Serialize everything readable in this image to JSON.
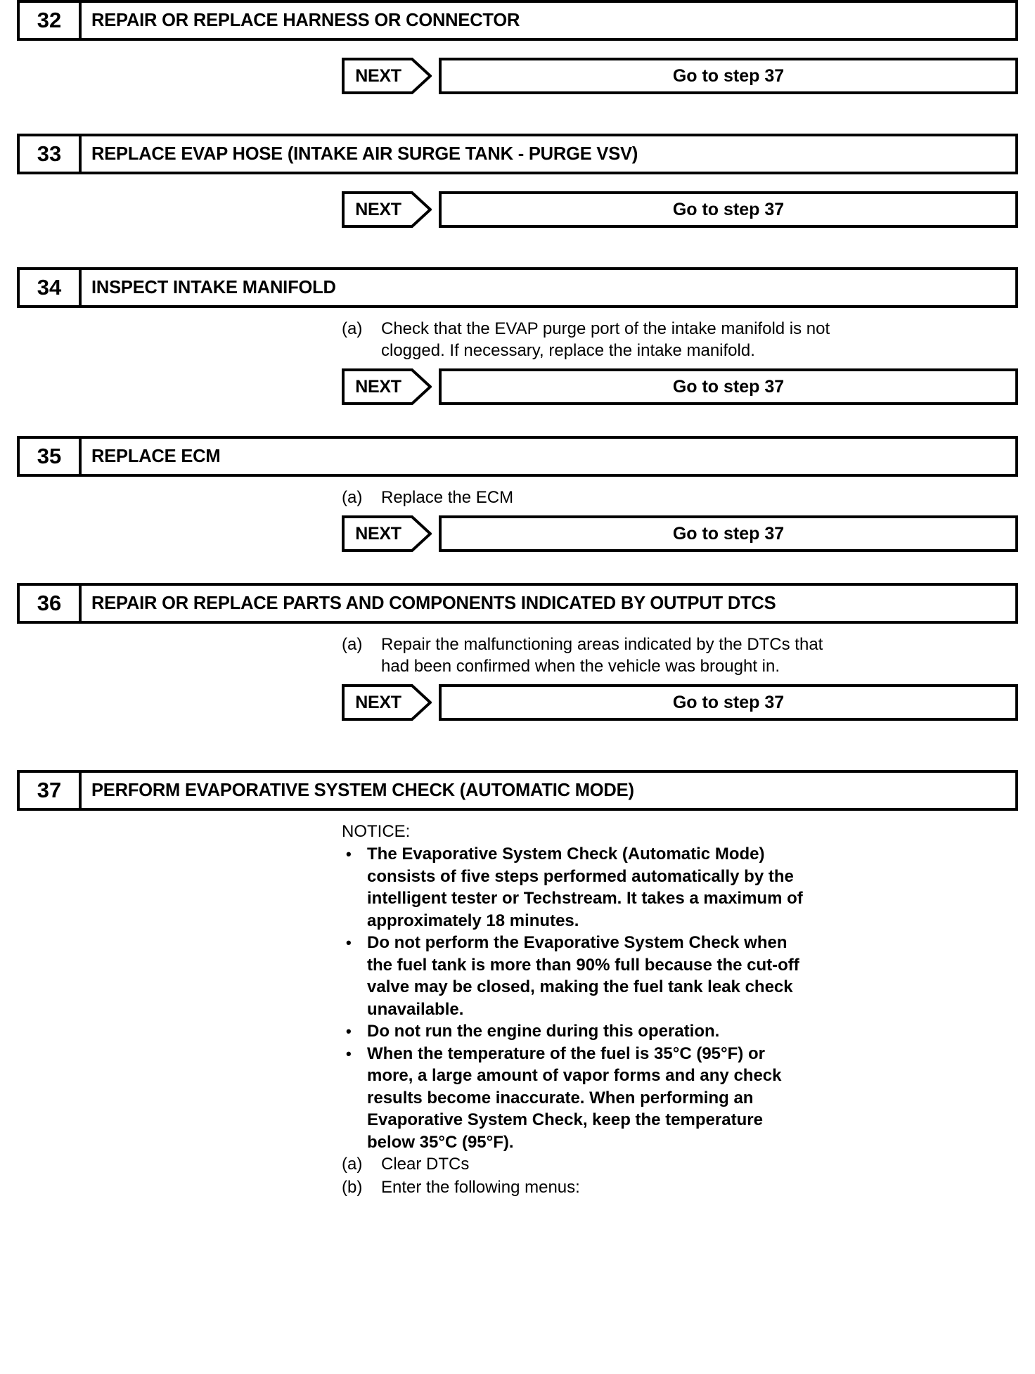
{
  "document": {
    "type": "service-manual-flowchart",
    "next_label": "NEXT"
  },
  "steps": [
    {
      "number": "32",
      "title": "REPAIR OR REPLACE HARNESS OR CONNECTOR",
      "instructions": [],
      "next": {
        "label": "NEXT",
        "target": "Go to step 37"
      }
    },
    {
      "number": "33",
      "title": "REPLACE EVAP HOSE (INTAKE AIR SURGE TANK - PURGE VSV)",
      "instructions": [],
      "next": {
        "label": "NEXT",
        "target": "Go to step 37"
      }
    },
    {
      "number": "34",
      "title": "INSPECT INTAKE MANIFOLD",
      "instructions": [
        {
          "label": "(a)",
          "text": "Check that the EVAP purge port of the intake manifold is not clogged. If necessary, replace the intake manifold."
        }
      ],
      "next": {
        "label": "NEXT",
        "target": "Go to step 37"
      }
    },
    {
      "number": "35",
      "title": "REPLACE ECM",
      "instructions": [
        {
          "label": "(a)",
          "text": "Replace the ECM"
        }
      ],
      "next": {
        "label": "NEXT",
        "target": "Go to step 37"
      }
    },
    {
      "number": "36",
      "title": "REPAIR OR REPLACE PARTS AND COMPONENTS INDICATED BY OUTPUT DTCS",
      "instructions": [
        {
          "label": "(a)",
          "text": "Repair the malfunctioning areas indicated by the DTCs that had been confirmed when the vehicle was brought in."
        }
      ],
      "next": {
        "label": "NEXT",
        "target": "Go to step 37"
      }
    },
    {
      "number": "37",
      "title": "PERFORM EVAPORATIVE SYSTEM CHECK (AUTOMATIC MODE)",
      "notice": {
        "heading": "NOTICE:",
        "bullet_glyph": "•",
        "items": [
          "The Evaporative System Check (Automatic Mode) consists of five steps performed automatically by the intelligent tester or Techstream. It takes a maximum of approximately 18 minutes.",
          "Do not perform the Evaporative System Check when the fuel tank is more than 90% full because the cut-off valve may be closed, making the fuel tank leak check unavailable.",
          "Do not run the engine during this operation.",
          "When the temperature of the fuel is 35°C (95°F) or more, a large amount of vapor forms and any check results become inaccurate. When performing an Evaporative System Check, keep the temperature below 35°C (95°F)."
        ]
      },
      "instructions": [
        {
          "label": "(a)",
          "text": "Clear DTCs"
        },
        {
          "label": "(b)",
          "text": "Enter the following menus:"
        }
      ]
    }
  ]
}
